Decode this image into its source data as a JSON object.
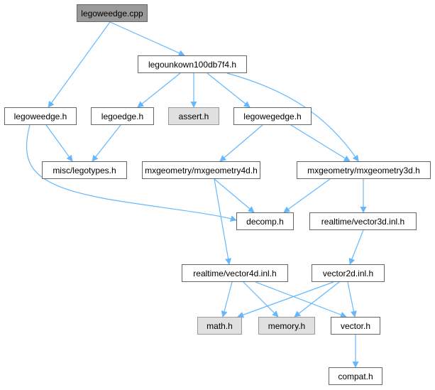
{
  "colors": {
    "edge": "#63b8ff",
    "node_border": "#666666",
    "system_fill": "#e0e0e0",
    "root_fill": "#999999"
  },
  "nodes": {
    "legoweedge_cpp": "legoweedge.cpp",
    "legounkown": "legounkown100db7f4.h",
    "legoweedge_h": "legoweedge.h",
    "legoedge_h": "legoedge.h",
    "assert_h": "assert.h",
    "legowegedge_h": "legowegedge.h",
    "legotypes_h": "misc/legotypes.h",
    "mxgeometry4d_h": "mxgeometry/mxgeometry4d.h",
    "mxgeometry3d_h": "mxgeometry/mxgeometry3d.h",
    "decomp_h": "decomp.h",
    "vector3d_inl_h": "realtime/vector3d.inl.h",
    "vector4d_inl_h": "realtime/vector4d.inl.h",
    "vector2d_inl_h": "vector2d.inl.h",
    "math_h": "math.h",
    "memory_h": "memory.h",
    "vector_h": "vector.h",
    "compat_h": "compat.h"
  }
}
